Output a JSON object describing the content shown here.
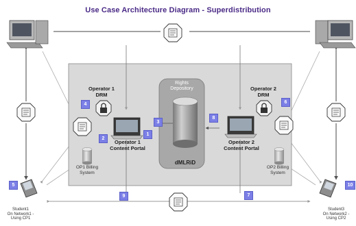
{
  "title": "Use Case Architecture Diagram - Superdistribution",
  "rights_depository": {
    "line1": "Rights",
    "line2": "Depository"
  },
  "dmlrid": "dMLRiD",
  "operator1": {
    "drm_line1": "Operator 1",
    "drm_line2": "DRM",
    "portal_line1": "Operator 1",
    "portal_line2": "Content Portal",
    "billing_line1": "OP1 Billing",
    "billing_line2": "System"
  },
  "operator2": {
    "drm_line1": "Operator 2",
    "drm_line2": "DRM",
    "portal_line1": "Operator 2",
    "portal_line2": "Content Portal",
    "billing_line1": "OP2 Billing",
    "billing_line2": "System"
  },
  "student1": {
    "line1": "Student1",
    "line2": "On Network1 -",
    "line3": "Using CP1"
  },
  "student2": {
    "line1": "Student3",
    "line2": "On Network2 -",
    "line3": "Using CP2"
  },
  "steps": {
    "s1": "1",
    "s2": "2",
    "s3": "3",
    "s4": "4",
    "s5": "5",
    "s6": "6",
    "s7": "7",
    "s8": "8",
    "s9": "9",
    "s10": "10"
  },
  "colors": {
    "title": "#4a2a86",
    "step_badge": "#7b7fe6",
    "panel": "#d9d9d9",
    "rights_box": "#a8a8a8"
  },
  "icons": {
    "computer": "desktop-computer-icon",
    "phone": "mobile-phone-icon",
    "license": "license-octagon-icon",
    "lock": "padlock-icon",
    "database": "database-cylinder-icon",
    "portal": "laptop-portal-icon"
  }
}
